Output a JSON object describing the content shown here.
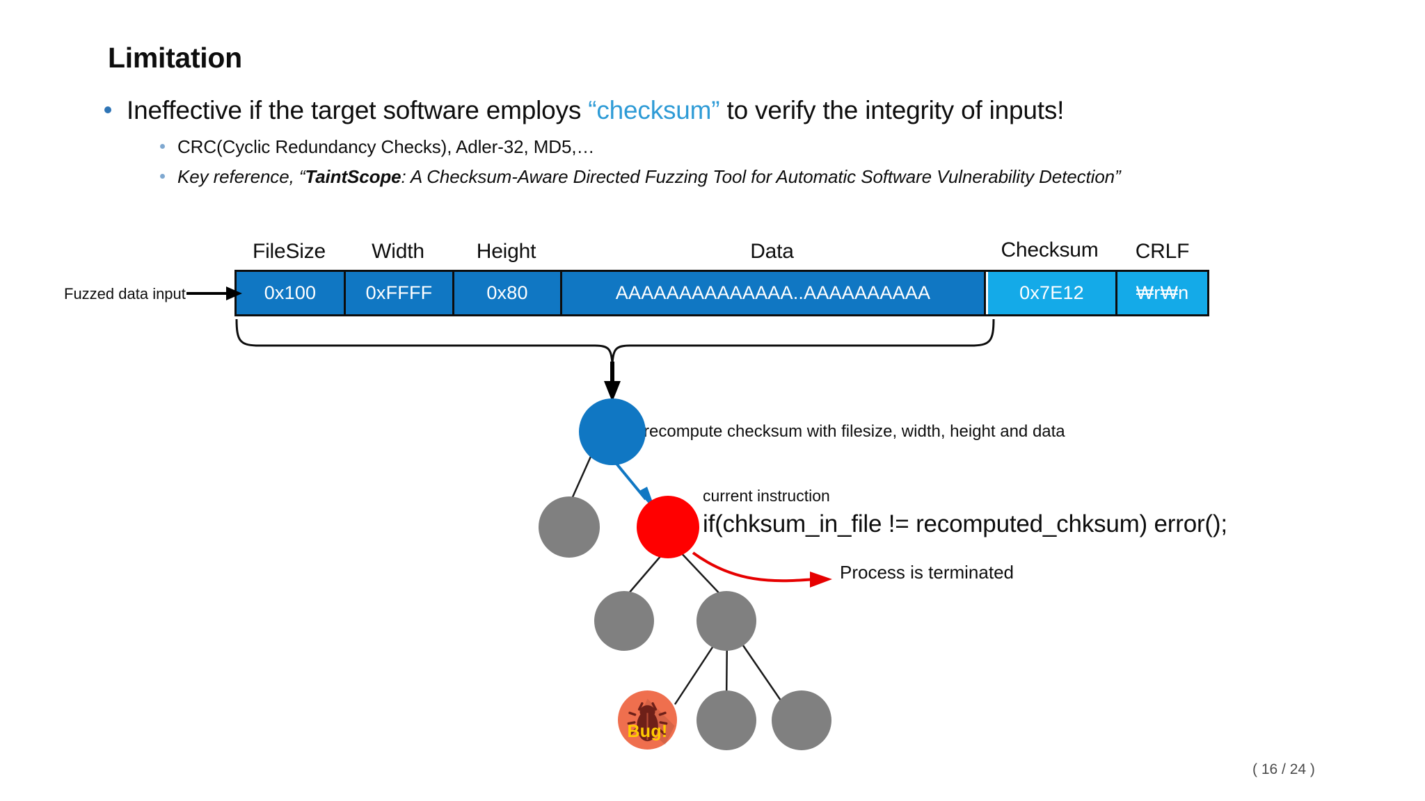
{
  "slide": {
    "title": "Limitation",
    "page_number": "( 16 / 24 )",
    "accent_color": "#2e9bd6",
    "bullets": {
      "main": {
        "pre": "Ineffective if the target software employs ",
        "highlight": "“checksum”",
        "post": " to verify the integrity of inputs!"
      },
      "sub1": "CRC(Cyclic Redundancy Checks), Adler-32, MD5,…",
      "sub2": {
        "lead": "Key reference, “",
        "bold": "TaintScope",
        "rest": ": A Checksum-Aware Directed Fuzzing Tool for Automatic Software Vulnerability Detection”"
      }
    }
  },
  "packet": {
    "input_label": "Fuzzed data input",
    "fields": [
      {
        "header": "FileSize",
        "value": "0x100",
        "style": "dark"
      },
      {
        "header": "Width",
        "value": "0xFFFF",
        "style": "dark"
      },
      {
        "header": "Height",
        "value": "0x80",
        "style": "dark"
      },
      {
        "header": "Data",
        "value": "AAAAAAAAAAAAAA..AAAAAAAAAA",
        "style": "dark"
      },
      {
        "header": "Checksum",
        "value": "0x7E12",
        "style": "light"
      },
      {
        "header": "CRLF",
        "value": "₩r₩n",
        "style": "light"
      }
    ],
    "colors": {
      "dark": "#1077c3",
      "light": "#14aae8",
      "border": "#0d0d0d"
    }
  },
  "tree": {
    "recompute_label": "recompute checksum with filesize, width, height and data",
    "current_instruction_label": "current instruction",
    "code_line": "if(chksum_in_file != recomputed_chksum) error();",
    "terminated_label": "Process is terminated",
    "bug_label": "Bug!",
    "colors": {
      "root": "#1077c3",
      "current": "#ff0000",
      "node": "#808080",
      "bug": "#ef6f4e",
      "bug_text": "#ffcc00",
      "terminate_arrow": "#e60000"
    }
  }
}
